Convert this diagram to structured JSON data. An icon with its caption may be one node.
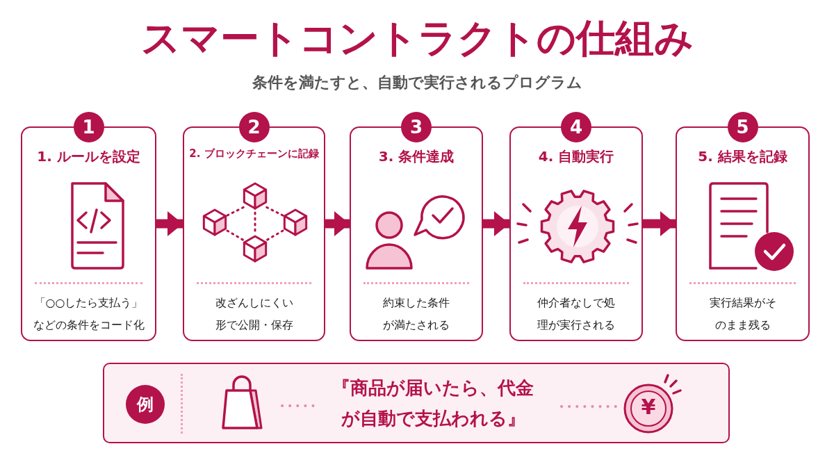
{
  "diagram": {
    "title": "スマートコントラクトの仕組み",
    "nodes": [
      {
        "text": [
          "1"
        ]
      },
      {
        "text": [
          "1. ルールを設定",
          "「○○したら支払う」などの条件をコード化"
        ]
      },
      {
        "text": [
          "2"
        ]
      },
      {
        "text": [
          "2. ブロックチェーンに記録",
          "改ざんしにくい形で公開・保存"
        ]
      },
      {
        "text": [
          "3"
        ]
      },
      {
        "text": [
          "3. 条件達成",
          "約束した条件が満たされる"
        ]
      },
      {
        "text": [
          "4"
        ]
      },
      {
        "text": [
          "4. 自動実行",
          "仲介者なしで処理が実行される"
        ]
      },
      {
        "text": [
          "5"
        ]
      },
      {
        "text": [
          "5. 結果を記録",
          "実行結果がそのまま残る"
        ]
      },
      {
        "text": [],
        "shape": "box"
      },
      {
        "text": [
          "例"
        ],
        "in": 10
      },
      {
        "text": [],
        "shape": "bag",
        "in": 10
      },
      {
        "text": [
          "『商品が届いたら、代金が自動で支払われる』"
        ],
        "in": 10
      },
      {
        "text": [
          "¥"
        ],
        "in": 10
      }
    ],
    "edges": [
      {
        "from": 1,
        "to": 3,
        "arrow": "to"
      },
      {
        "from": 3,
        "to": 5,
        "arrow": "to"
      },
      {
        "from": 5,
        "to": 7,
        "arrow": "to"
      },
      {
        "from": 7,
        "to": 9,
        "arrow": "to"
      },
      {
        "from": 12,
        "to": 13,
        "arrow": "none",
        "style": "dashed",
        "color": "#e58aa8"
      },
      {
        "from": 13,
        "to": 14,
        "arrow": "none",
        "style": "dashed",
        "color": "#e58aa8"
      }
    ],
    "labels": [
      "条件を満たすと、自動で実行されるプログラム"
    ]
  }
}
